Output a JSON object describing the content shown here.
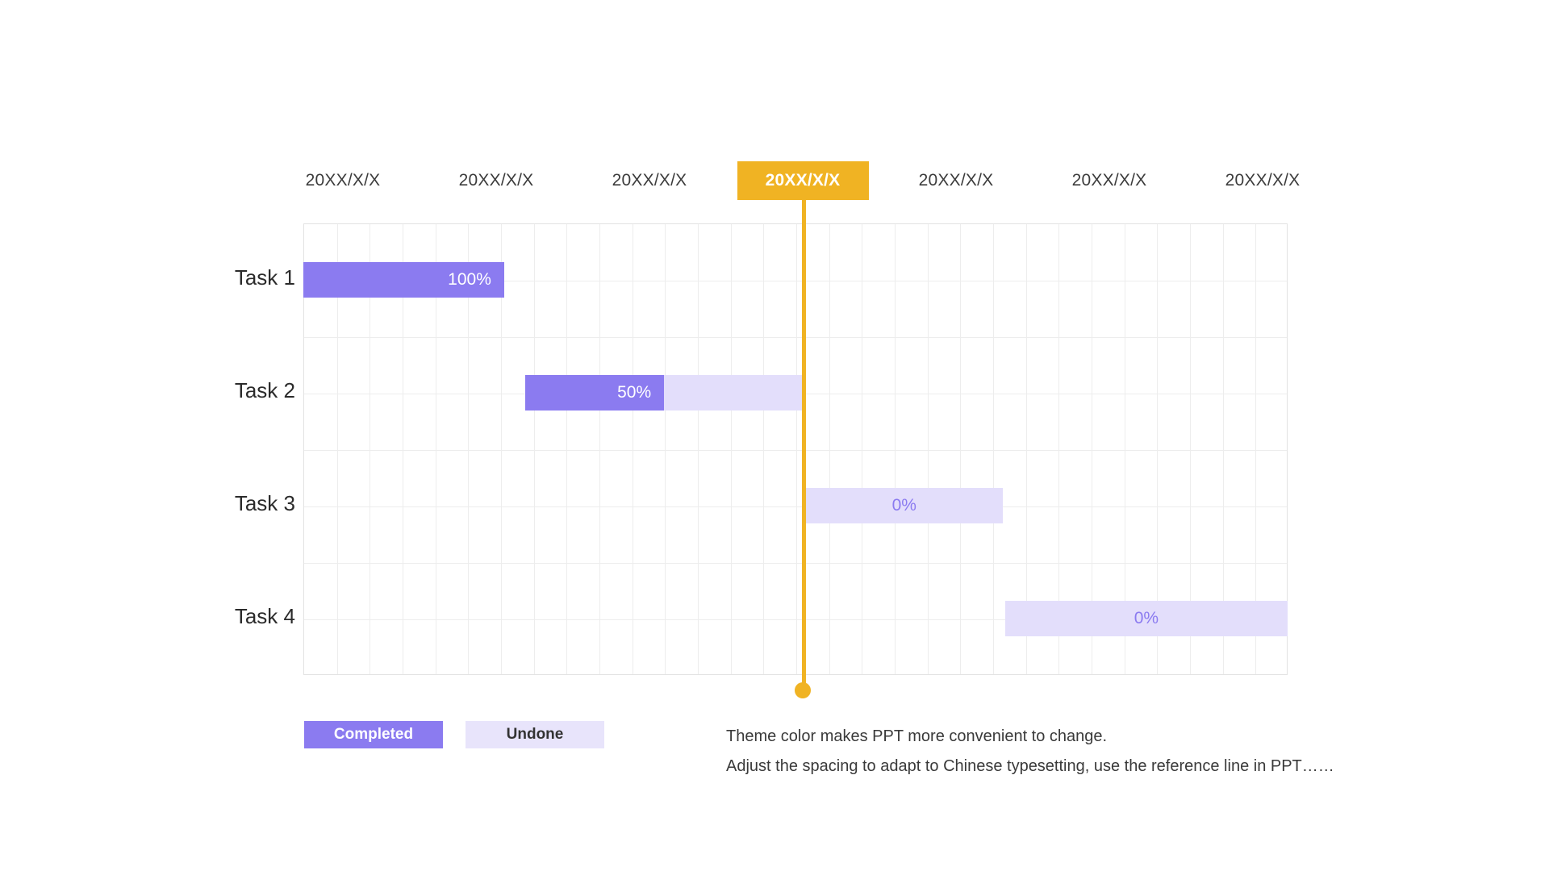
{
  "chart_data": {
    "type": "bar",
    "title": "",
    "subtitle": "",
    "xlabel": "",
    "ylabel": "",
    "grid": true,
    "legend_position": "bottom-left",
    "axis": {
      "tick_labels": [
        "20XX/X/X",
        "20XX/X/X",
        "20XX/X/X",
        "20XX/X/X",
        "20XX/X/X",
        "20XX/X/X",
        "20XX/X/X"
      ],
      "highlighted_tick_index": 3
    },
    "categories": [
      "Task 1",
      "Task 2",
      "Task 3",
      "Task 4"
    ],
    "series": [
      {
        "name": "Completed",
        "values": [
          100,
          50,
          0,
          0
        ]
      },
      {
        "name": "Undone",
        "values": [
          0,
          50,
          100,
          100
        ]
      }
    ],
    "tasks": [
      {
        "label": "Task 1",
        "percent_label": "100%",
        "percent": 100,
        "start_pct": 0.0,
        "end_pct": 20.4,
        "done_pct": 100,
        "label_on_done": true
      },
      {
        "label": "Task 2",
        "percent_label": "50%",
        "percent": 50,
        "start_pct": 22.5,
        "end_pct": 50.8,
        "done_pct": 50,
        "label_on_done": true
      },
      {
        "label": "Task 3",
        "percent_label": "0%",
        "percent": 0,
        "start_pct": 51.0,
        "end_pct": 71.1,
        "done_pct": 0,
        "label_on_done": false
      },
      {
        "label": "Task 4",
        "percent_label": "0%",
        "percent": 0,
        "start_pct": 71.3,
        "end_pct": 100.0,
        "done_pct": 0,
        "label_on_done": false
      }
    ],
    "reference_line": {
      "at_tick_index": 3,
      "color": "#F0B323",
      "has_end_marker": true
    },
    "colors": {
      "completed": "#8B7BF0",
      "undone": "#E3DEFB",
      "highlight": "#F0B323",
      "grid": "#ededed",
      "text": "#2b2b2b"
    }
  },
  "legend": {
    "completed_label": "Completed",
    "undone_label": "Undone"
  },
  "caption": {
    "line1": "Theme color makes PPT more convenient to change.",
    "line2": "Adjust the spacing to adapt to Chinese typesetting, use the reference line in PPT……"
  }
}
